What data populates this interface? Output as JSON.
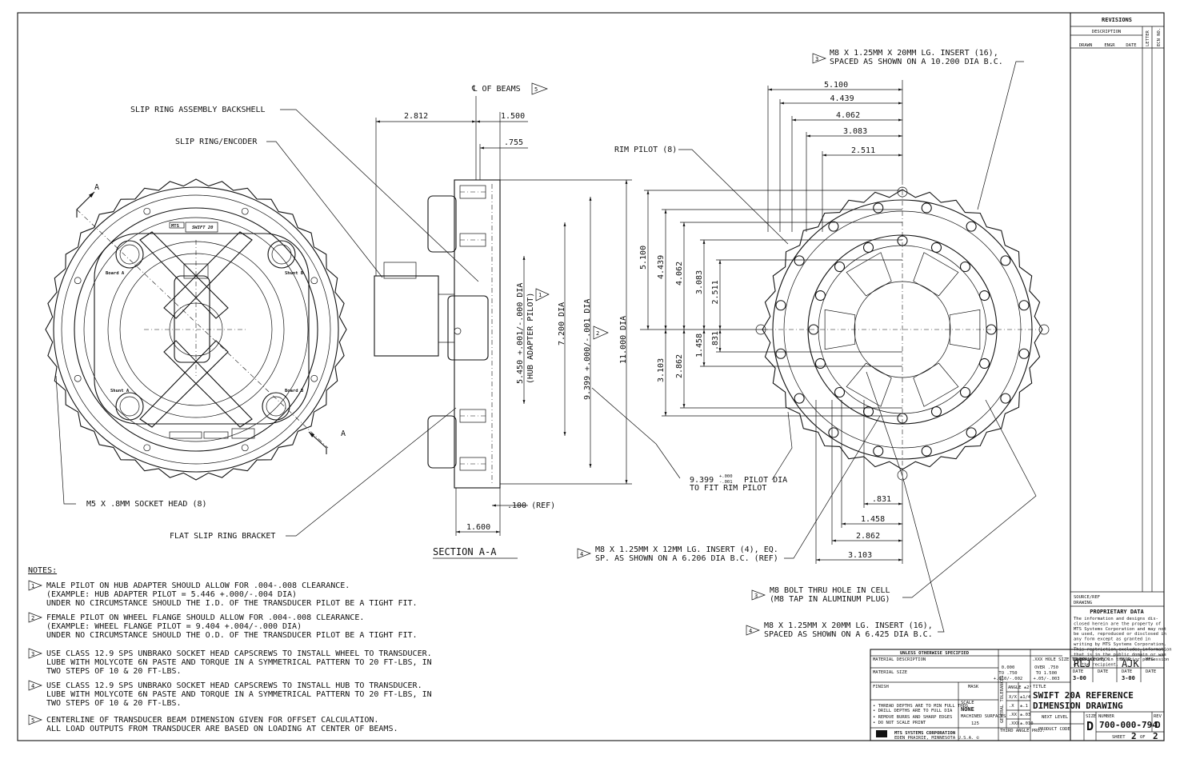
{
  "revisions": {
    "title": "REVISIONS",
    "description": "DESCRIPTION",
    "letter": "LETTER",
    "ecn": "ECN NO.",
    "drawn": "DRAWN",
    "engr": "ENGR",
    "date": "DATE"
  },
  "callouts": {
    "slip_ring_backshell": "SLIP RING ASSEMBLY BACKSHELL",
    "slip_ring_encoder": "SLIP RING/ENCODER",
    "cl_beams": "℄ OF BEAMS",
    "rim_pilot": "RIM PILOT (8)",
    "m8_insert_top_1": "M8 X 1.25MM X 20MM LG. INSERT (16),",
    "m8_insert_top_2": "SPACED AS SHOWN ON A 10.200 DIA B.C.",
    "m5_socket": "M5 X .8MM SOCKET HEAD (8)",
    "flat_bracket": "FLAT SLIP RING BRACKET",
    "section": "SECTION A-A",
    "pilot_dia_1": "9.399",
    "pilot_tol_plus": "+.000",
    "pilot_tol_minus": "-.001",
    "pilot_dia_2": "PILOT DIA",
    "pilot_dia_3": "TO FIT RIM PILOT",
    "m8_12_1": "M8 X 1.25MM X 12MM LG. INSERT (4), EQ.",
    "m8_12_2": "SP. AS SHOWN ON A 6.206 DIA B.C. (REF)",
    "m8_bolt_1": "M8 BOLT THRU HOLE IN CELL",
    "m8_bolt_2": "(M8 TAP IN ALUMINUM PLUG)",
    "m8_insert_bot_1": "M8 X 1.25MM X 20MM LG. INSERT (16),",
    "m8_insert_bot_2": "SPACED AS SHOWN ON A 6.425 DIA B.C.",
    "section_letter": "A",
    "flag_1": "1",
    "flag_2": "2",
    "flag_3": "3",
    "flag_4": "4",
    "flag_5": "5"
  },
  "plate_labels": {
    "brand": "MTS",
    "model": "SWIFT 20",
    "board_a": "Board A",
    "board_b": "Board B",
    "shunt_a": "Shunt A",
    "shunt_b": "Shunt B"
  },
  "dims": {
    "d2812": "2.812",
    "d1500": "1.500",
    "d755": ".755",
    "d5450": "5.450 +.001/-.000 DIA",
    "d5450b": "(HUB ADAPTER PILOT)",
    "d7200": "7.200 DIA",
    "d9399": "9.399 +.000/-.001 DIA",
    "d11000": "11.000 DIA",
    "d100ref": ".100 (REF)",
    "d1600": "1.600",
    "h5100": "5.100",
    "h4439": "4.439",
    "h4062": "4.062",
    "h3083": "3.083",
    "h2511": "2.511",
    "v5100": "5.100",
    "v4439": "4.439",
    "v4062": "4.062",
    "v3083": "3.083",
    "v2511": "2.511",
    "v831": ".831",
    "v1458": "1.458",
    "v2862": "2.862",
    "v3103": "3.103",
    "b831": ".831",
    "b1458": "1.458",
    "b2862": "2.862",
    "b3103": "3.103"
  },
  "notes": {
    "header": "NOTES:",
    "n1": [
      "MALE PILOT ON HUB ADAPTER SHOULD ALLOW FOR .004-.008 CLEARANCE.",
      "(EXAMPLE: HUB ADAPTER PILOT = 5.446 +.000/-.004 DIA)",
      "UNDER NO CIRCUMSTANCE SHOULD THE I.D. OF THE TRANSDUCER PILOT BE A TIGHT FIT."
    ],
    "n2": [
      "FEMALE PILOT ON WHEEL FLANGE SHOULD ALLOW FOR .004-.008 CLEARANCE.",
      "(EXAMPLE: WHEEL FLANGE PILOT = 9.404 +.004/-.000 DIA)",
      "UNDER NO CIRCUMSTANCE SHOULD THE O.D. OF THE TRANSDUCER PILOT BE A TIGHT FIT."
    ],
    "n3": [
      "USE CLASS 12.9 SPS UNBRAKO SOCKET HEAD CAPSCREWS TO INSTALL WHEEL TO TRANSDUCER.",
      "LUBE WITH MOLYCOTE 6N PASTE AND TORQUE IN A SYMMETRICAL PATTERN TO 20 FT-LBS, IN",
      "TWO STEPS OF 10 & 20 FT-LBS."
    ],
    "n4": [
      "USE CLASS 12.9 SPS UNBRAKO SOCKET HEAD CAPSCREWS TO INSTALL HUB TO TRANSDUCER.",
      "LUBE WITH MOLYCOTE 6N PASTE AND TORQUE IN A SYMMETRICAL PATTERN TO 20 FT-LBS, IN",
      "TWO STEPS OF 10 & 20 FT-LBS."
    ],
    "n5": [
      "CENTERLINE OF TRANSDUCER BEAM DIMENSION GIVEN FOR OFFSET CALCULATION.",
      "ALL LOAD OUTPUTS FROM TRANSDUCER ARE BASED ON LOADING AT CENTER OF BEAMS."
    ]
  },
  "proprietary": {
    "source": "SOURCE/REF",
    "drawing": "DRAWING",
    "title": "PROPRIETARY DATA",
    "lines": [
      "The information and designs dis-",
      "closed herein are the property of",
      "MTS Systems Corporation and may not",
      "be used, reproduced or disclosed in",
      "any form except as granted in",
      "writing by MTS Systems Corporation.",
      "This restriction excludes information",
      "that is in the public domain or was",
      "legitimately in the prior possession",
      "of the recipient."
    ]
  },
  "title_block": {
    "unless": "UNLESS OTHERWISE SPECIFIED",
    "mat_desc": "MATERIAL DESCRIPTION",
    "mat_size": "MATERIAL SIZE",
    "finish": "FINISH",
    "mask": "MASK",
    "hole_tol": ".XXX HOLE SIZE TOLERANCE",
    "ht_a1": "0.000",
    "ht_a2": "TO .750",
    "ht_a3": "+.010/-.002",
    "ht_b1": "OVER .750",
    "ht_b2": "TO 1.500",
    "ht_b3": "+.05/-.003",
    "angle": "ANGLE ±2°",
    "frac": "X/X",
    "frac_tol": "±1/4",
    "x_tol": "±.1",
    "xx": ".XX",
    "xx_tol": "±.03",
    "xxx": ".XXX",
    "xxx_tol": "±.010",
    "x": ".X",
    "general": "GENERAL TOLERANCES",
    "scale": "SCALE",
    "scale_val": "NONE",
    "machined": "MACHINED SURFACES",
    "machined_val": "125",
    "third_angle": "THIRD ANGLE PROJ.",
    "b1": "• THREAD DEPTHS ARE TO MIN FULL THDS",
    "b2": "• DRILL DEPTHS ARE TO FULL DIA",
    "b3": "• REMOVE BURRS AND SHARP EDGES",
    "b4": "• DO NOT SCALE PRINT",
    "company": "MTS SYSTEMS CORPORATION",
    "address": "EDEN PRAIRIE, MINNESOTA U.S.A. ©",
    "title_lbl": "TITLE",
    "title1": "SWIFT 20A REFERENCE",
    "title2": "DIMENSION DRAWING",
    "next_level": "NEXT LEVEL",
    "product_code": "PRODUCT CODE",
    "drawn_lbl": "DRAWN",
    "drawn": "RLJ",
    "check_lbl": "CHECK",
    "engr_lbl": "ENGR",
    "engr": "AJK",
    "mfg_lbl": "MFG",
    "date_lbl": "DATE",
    "date1": "3-00",
    "date3": "3-00",
    "size_lbl": "SIZE",
    "size": "D",
    "number_lbl": "NUMBER",
    "number": "700-000-794",
    "rev_lbl": "REV",
    "rev": "D",
    "sheet_lbl": "SHEET",
    "sheet": "2",
    "of": "OF",
    "sheets": "2"
  }
}
